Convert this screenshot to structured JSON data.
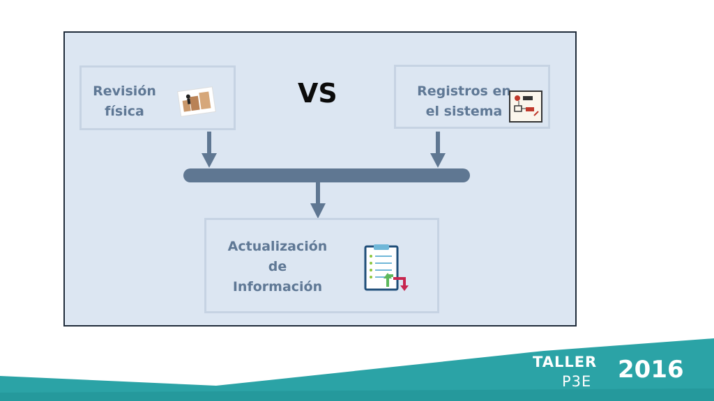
{
  "diagram": {
    "left_box": {
      "line1": "Revisión",
      "line2": "física",
      "icon": "boxes-worker-icon"
    },
    "right_box": {
      "line1": "Registros en",
      "line2": "el sistema",
      "icon": "system-diagram-icon"
    },
    "vs_label": "VS",
    "bottom_box": {
      "line1": "Actualización",
      "line2": "de",
      "line3": "Información",
      "icon": "clipboard-sync-icon"
    }
  },
  "footer": {
    "taller": "TALLER",
    "p3e": "P3E",
    "year": "2016"
  },
  "colors": {
    "panel": "#dce6f2",
    "box_border": "#c6d3e3",
    "text": "#5f7895",
    "connector": "#5f7792",
    "footer": "#2ba3a6"
  }
}
